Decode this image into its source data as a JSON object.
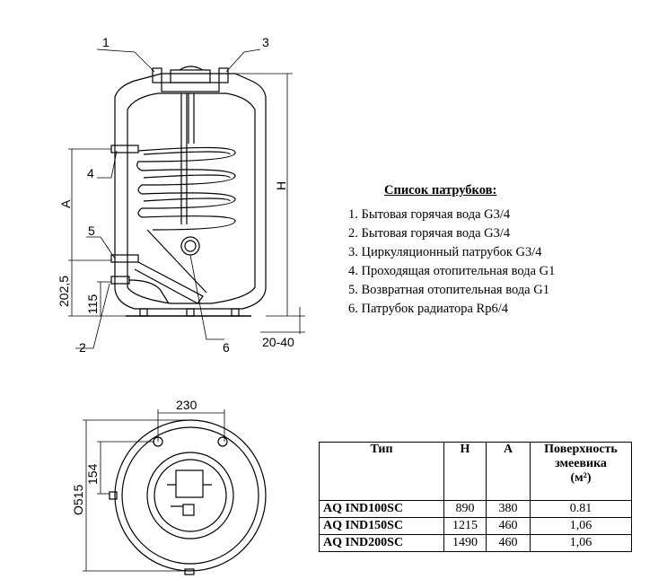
{
  "callouts": {
    "c1": "1",
    "c2": "2",
    "c3": "3",
    "c4": "4",
    "c5": "5",
    "c6": "6"
  },
  "dimensions": {
    "height": "H",
    "a": "A",
    "d202": "202,5",
    "d115": "115",
    "d2040": "20-40",
    "d230": "230",
    "d154": "154",
    "d515": "O515"
  },
  "legend": {
    "title": "Список патрубков:",
    "items": [
      "1. Бытовая горячая вода G3/4",
      "2. Бытовая горячая вода G3/4",
      "3. Циркуляционный патрубок G3/4",
      "4. Проходящая отопительная вода G1",
      "5. Возвратная отопительная вода G1",
      "6. Патрубок радиатора Rp6/4"
    ]
  },
  "table": {
    "headers": {
      "type": "Тип",
      "h": "H",
      "a": "A",
      "surface": "Поверхность змеевика",
      "surface_unit": "(м²)"
    },
    "rows": [
      {
        "model": "AQ IND100SC",
        "h": "890",
        "a": "380",
        "s": "0.81"
      },
      {
        "model": "AQ IND150SC",
        "h": "1215",
        "a": "460",
        "s": "1,06"
      },
      {
        "model": "AQ IND200SC",
        "h": "1490",
        "a": "460",
        "s": "1,06"
      }
    ]
  }
}
